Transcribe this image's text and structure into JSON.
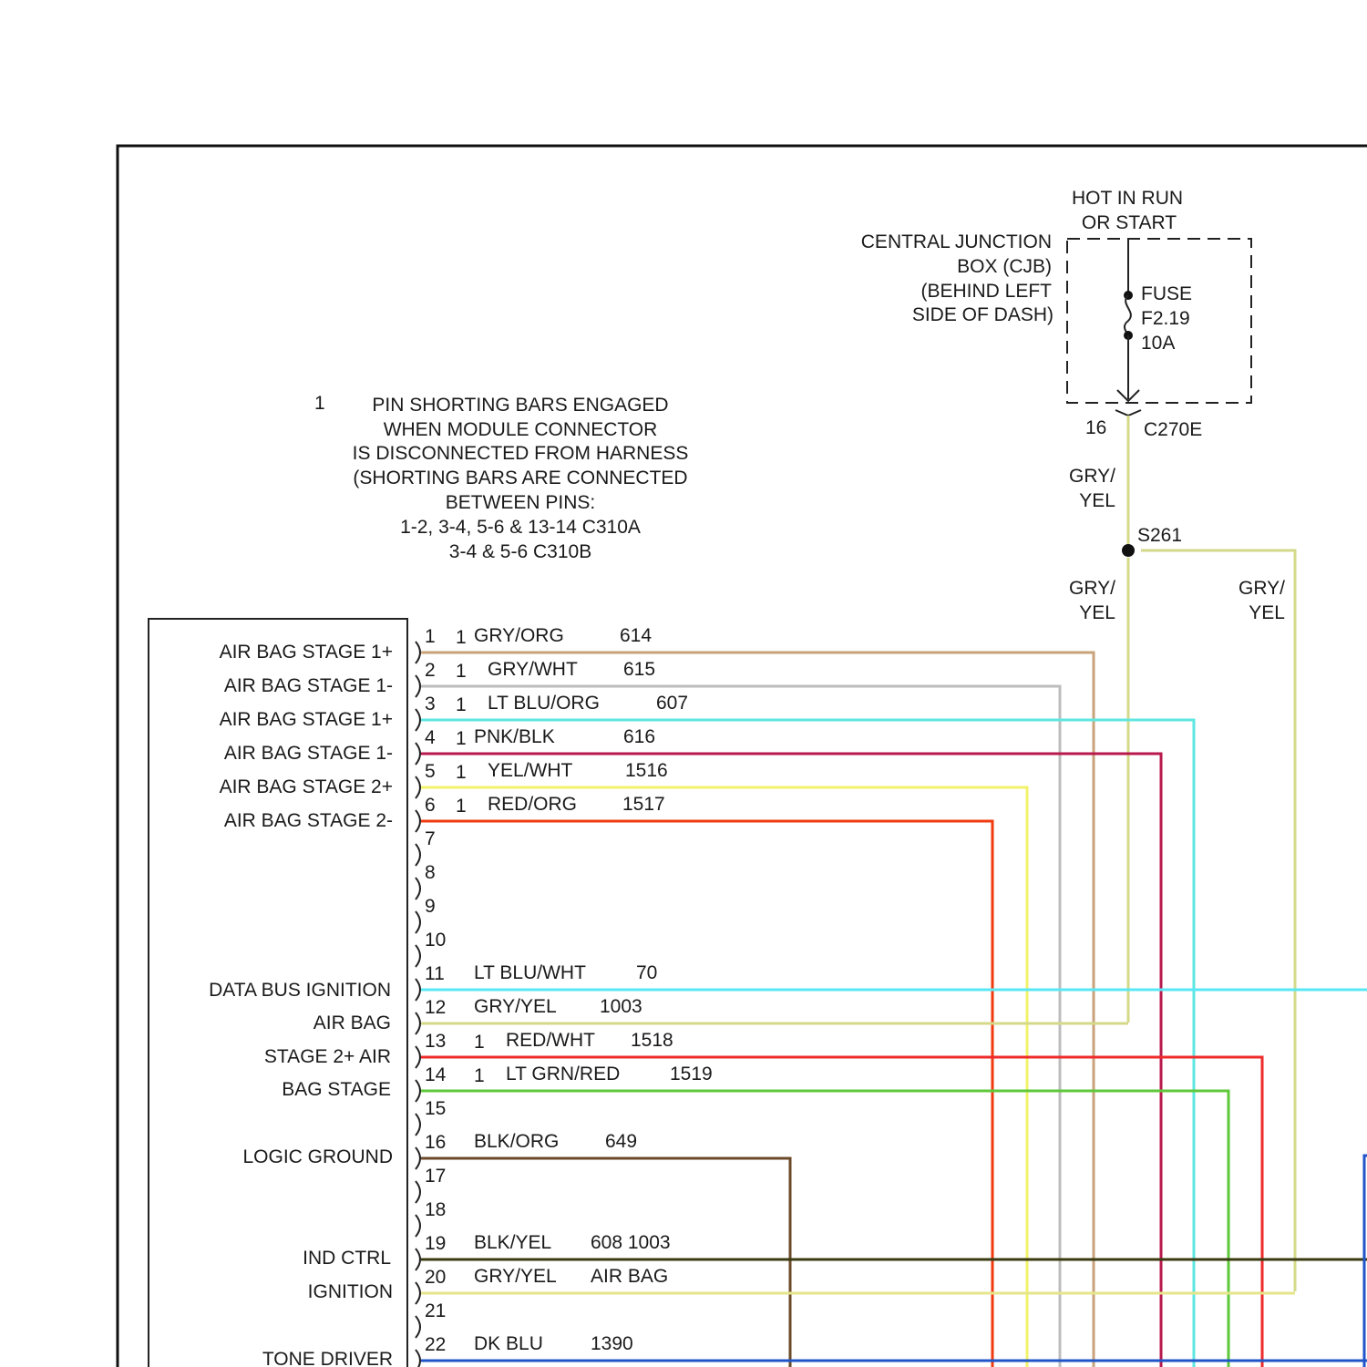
{
  "power": {
    "hot_line1": "HOT IN RUN",
    "hot_line2": "OR START",
    "cjb_lines": [
      "CENTRAL JUNCTION",
      "BOX (CJB)",
      "(BEHIND LEFT",
      "SIDE OF DASH)"
    ],
    "fuse_lines": [
      "FUSE",
      "F2.19",
      "10A"
    ],
    "connector_pin": "16",
    "connector_name": "C270E",
    "splice_name": "S261",
    "wire_upper": [
      "GRY/",
      "YEL"
    ],
    "wire_lower_left": [
      "GRY/",
      "YEL"
    ],
    "wire_lower_right": [
      "GRY/",
      "YEL"
    ]
  },
  "note": {
    "marker": "1",
    "lines": [
      "PIN SHORTING BARS ENGAGED",
      "WHEN MODULE CONNECTOR",
      "IS DISCONNECTED FROM HARNESS",
      "(SHORTING BARS ARE CONNECTED",
      "BETWEEN PINS:",
      "1-2, 3-4, 5-6 & 13-14 C310A",
      "3-4 & 5-6 C310B"
    ]
  },
  "module_labels": [
    {
      "text": "AIR BAG STAGE 1+"
    },
    {
      "text": "AIR BAG STAGE 1-"
    },
    {
      "text": "AIR BAG STAGE 1+"
    },
    {
      "text": "AIR BAG STAGE 1-"
    },
    {
      "text": "AIR BAG STAGE 2+"
    },
    {
      "text": "AIR BAG STAGE 2-"
    },
    {
      "text": "DATA BUS IGNITION"
    },
    {
      "text": "AIR BAG"
    },
    {
      "text": "STAGE 2+ AIR"
    },
    {
      "text": "BAG STAGE"
    },
    {
      "text": "LOGIC GROUND"
    },
    {
      "text": "IND CTRL"
    },
    {
      "text": "IGNITION"
    },
    {
      "text": "TONE DRIVER"
    }
  ],
  "pins": [
    {
      "pin": "1",
      "note": "1",
      "color_name": "GRY/ORG",
      "circuit": "614",
      "wire_color": "#c8a27a"
    },
    {
      "pin": "2",
      "note": "1",
      "color_name": "GRY/WHT",
      "circuit": "615",
      "wire_color": "#bdbdbd"
    },
    {
      "pin": "3",
      "note": "1",
      "color_name": "LT BLU/ORG",
      "circuit": "607",
      "wire_color": "#5ee6e0"
    },
    {
      "pin": "4",
      "note": "1",
      "color_name": "PNK/BLK",
      "circuit": "616",
      "wire_color": "#b8184c"
    },
    {
      "pin": "5",
      "note": "1",
      "color_name": "YEL/WHT",
      "circuit": "1516",
      "wire_color": "#f2f26a"
    },
    {
      "pin": "6",
      "note": "1",
      "color_name": "RED/ORG",
      "circuit": "1517",
      "wire_color": "#f03a10"
    },
    {
      "pin": "7",
      "note": "",
      "color_name": "",
      "circuit": "",
      "wire_color": ""
    },
    {
      "pin": "8",
      "note": "",
      "color_name": "",
      "circuit": "",
      "wire_color": ""
    },
    {
      "pin": "9",
      "note": "",
      "color_name": "",
      "circuit": "",
      "wire_color": ""
    },
    {
      "pin": "10",
      "note": "",
      "color_name": "",
      "circuit": "",
      "wire_color": ""
    },
    {
      "pin": "11",
      "note": "",
      "color_name": "LT BLU/WHT",
      "circuit": "70",
      "wire_color": "#58e8f5"
    },
    {
      "pin": "12",
      "note": "",
      "color_name": "GRY/YEL",
      "circuit": "1003",
      "wire_color": "#d4d98a"
    },
    {
      "pin": "13",
      "note": "1",
      "color_name": "RED/WHT",
      "circuit": "1518",
      "wire_color": "#ee2a2a"
    },
    {
      "pin": "14",
      "note": "1",
      "color_name": "LT GRN/RED",
      "circuit": "1519",
      "wire_color": "#5ec83a"
    },
    {
      "pin": "15",
      "note": "",
      "color_name": "",
      "circuit": "",
      "wire_color": ""
    },
    {
      "pin": "16",
      "note": "",
      "color_name": "BLK/ORG",
      "circuit": "649",
      "wire_color": "#6b4a2a"
    },
    {
      "pin": "17",
      "note": "",
      "color_name": "",
      "circuit": "",
      "wire_color": ""
    },
    {
      "pin": "18",
      "note": "",
      "color_name": "",
      "circuit": "",
      "wire_color": ""
    },
    {
      "pin": "19",
      "note": "",
      "color_name": "BLK/YEL",
      "circuit": "608 1003",
      "wire_color": "#3a3a10"
    },
    {
      "pin": "20",
      "note": "",
      "color_name": "GRY/YEL",
      "circuit": "AIR BAG",
      "wire_color": "#e5e58a"
    },
    {
      "pin": "21",
      "note": "",
      "color_name": "",
      "circuit": "",
      "wire_color": ""
    },
    {
      "pin": "22",
      "note": "",
      "color_name": "DK BLU",
      "circuit": "1390",
      "wire_color": "#1f55c8"
    }
  ]
}
